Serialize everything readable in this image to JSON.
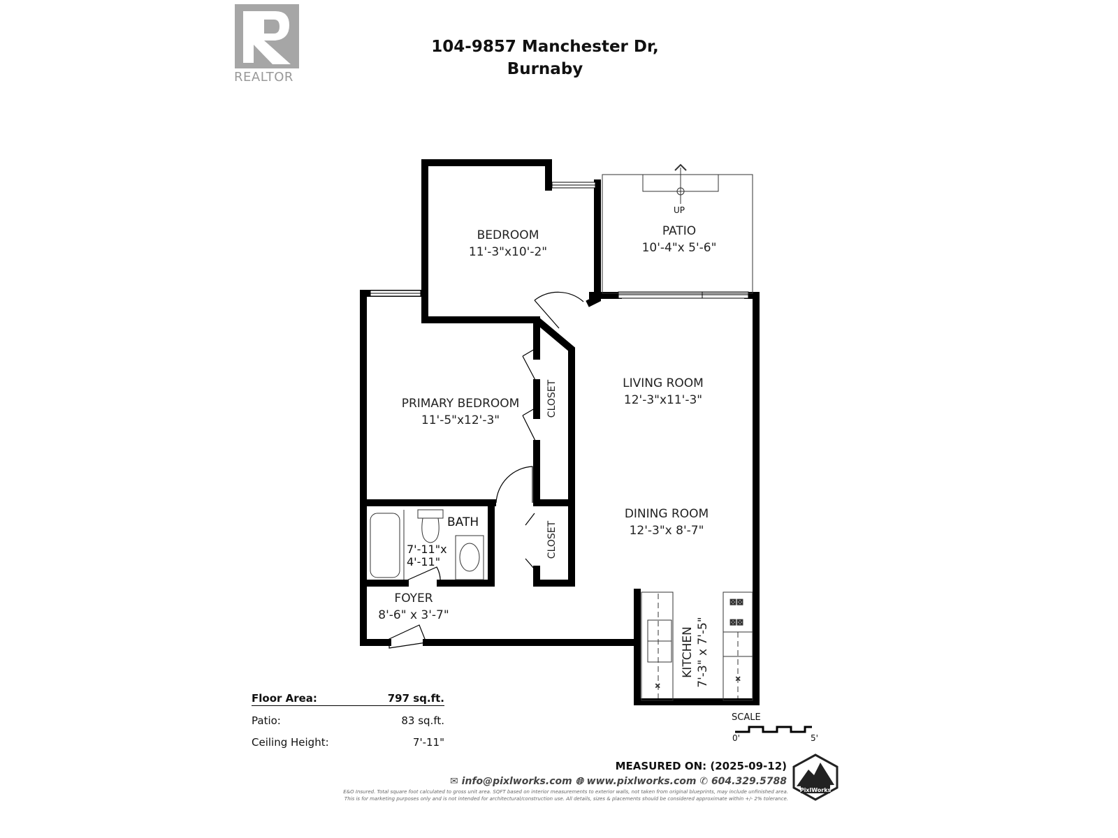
{
  "logo": {
    "brand": "REALTOR",
    "letter": "R"
  },
  "header": {
    "line1": "104-9857 Manchester Dr,",
    "line2": "Burnaby"
  },
  "rooms": [
    {
      "name": "BEDROOM",
      "dims": "11'-3\"x10'-2\""
    },
    {
      "name": "PATIO",
      "dims": "10'-4\"x  5'-6\""
    },
    {
      "name": "PRIMARY BEDROOM",
      "dims": "11'-5\"x12'-3\""
    },
    {
      "name": "LIVING ROOM",
      "dims": "12'-3\"x11'-3\""
    },
    {
      "name": "DINING ROOM",
      "dims": "12'-3\"x  8'-7\""
    },
    {
      "name": "BATH",
      "dims1": "7'-11\"x",
      "dims2": "4'-11\""
    },
    {
      "name": "FOYER",
      "dims": "8'-6\" x  3'-7\""
    },
    {
      "name": "KITCHEN",
      "dims": "7'-3\" x  7'-5\""
    }
  ],
  "closet_label": "CLOSET",
  "up_label": "UP",
  "summary": {
    "floor_area_label": "Floor Area:",
    "floor_area_value": "797 sq.ft.",
    "patio_label": "Patio:",
    "patio_value": "83 sq.ft.",
    "ceiling_label": "Ceiling Height:",
    "ceiling_value": "7'-11\""
  },
  "scale": {
    "label": "SCALE",
    "min": "0'",
    "max": "5'"
  },
  "footer": {
    "measured": "MEASURED ON: (2025-09-12)",
    "email": "info@pixlworks.com",
    "website": "www.pixlworks.com",
    "phone": "604.329.5788",
    "brand": "PixlWorks",
    "disclaimer1": "E&O Insured. Total square foot calculated to gross unit area. SQFT based on interior measurements to exterior walls, not taken from original blueprints, may include unfinished area.",
    "disclaimer2": "This is for marketing purposes only and is not intended for architectural/construction use. All details, sizes & placements should be considered approximate within +/- 2% tolerance."
  },
  "colors": {
    "wall": "#000000",
    "logo": "#a6a6a6"
  }
}
